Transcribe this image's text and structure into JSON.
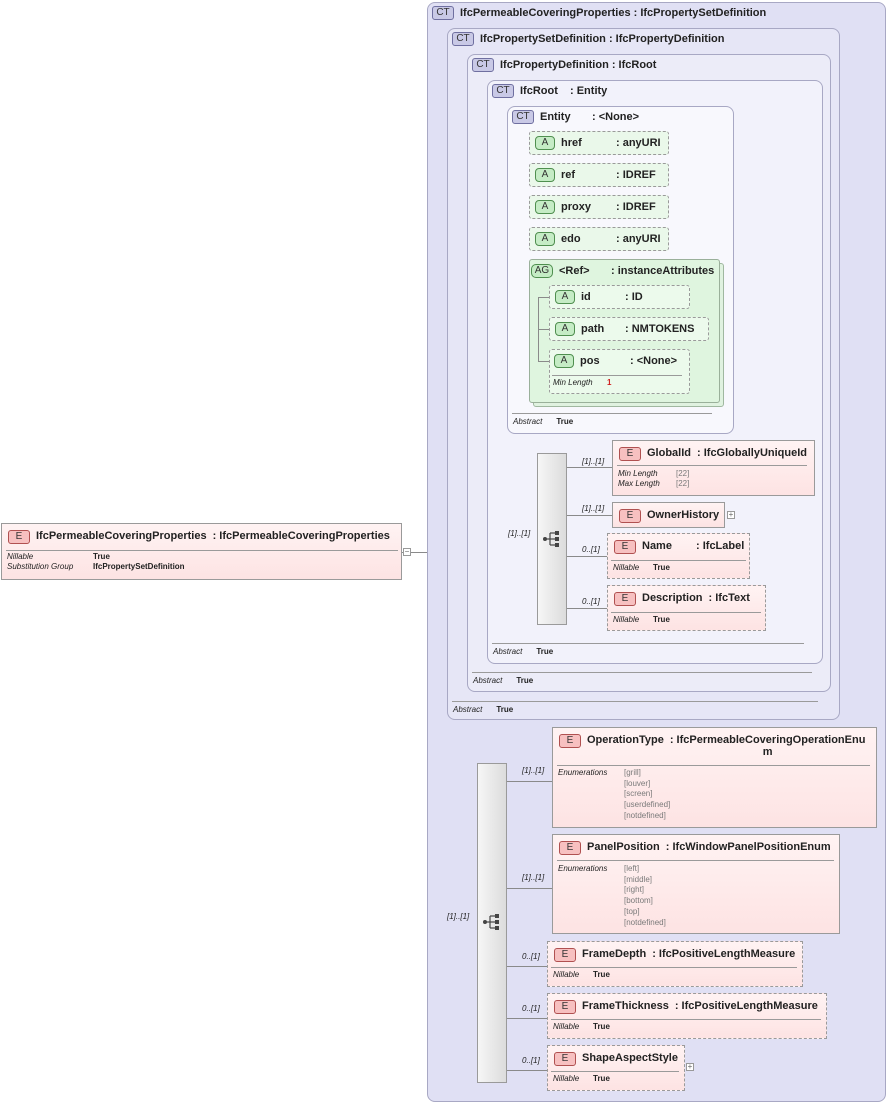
{
  "root": {
    "badge": "E",
    "name": "IfcPermeableCoveringProperties",
    "type": ": IfcPermeableCoveringProperties",
    "props": [
      {
        "k": "Nillable",
        "v": "True"
      },
      {
        "k": "Substitution Group",
        "v": "IfcPropertySetDefinition"
      }
    ]
  },
  "ct_outer": {
    "badge": "CT",
    "label": "IfcPermeableCoveringProperties : IfcPropertySetDefinition"
  },
  "ct_psd": {
    "badge": "CT",
    "label": "IfcPropertySetDefinition : IfcPropertyDefinition",
    "abstract_k": "Abstract",
    "abstract_v": "True"
  },
  "ct_pd": {
    "badge": "CT",
    "label": "IfcPropertyDefinition : IfcRoot",
    "abstract_k": "Abstract",
    "abstract_v": "True"
  },
  "ct_root": {
    "badge": "CT",
    "name": "IfcRoot",
    "type": ": Entity",
    "abstract_k": "Abstract",
    "abstract_v": "True"
  },
  "ct_entity": {
    "badge": "CT",
    "name": "Entity",
    "type": ": <None>",
    "abstract_k": "Abstract",
    "abstract_v": "True"
  },
  "entity_attrs": [
    {
      "badge": "A",
      "name": "href",
      "type": ": anyURI"
    },
    {
      "badge": "A",
      "name": "ref",
      "type": ": IDREF"
    },
    {
      "badge": "A",
      "name": "proxy",
      "type": ": IDREF"
    },
    {
      "badge": "A",
      "name": "edo",
      "type": ": anyURI"
    }
  ],
  "attr_group": {
    "badge": "AG",
    "name": "<Ref>",
    "type": ": instanceAttributes",
    "attrs": [
      {
        "badge": "A",
        "name": "id",
        "type": ": ID"
      },
      {
        "badge": "A",
        "name": "path",
        "type": ": NMTOKENS"
      },
      {
        "badge": "A",
        "name": "pos",
        "type": ": <None>",
        "prop_k": "Min Length",
        "prop_v": "1"
      }
    ]
  },
  "root_seq": {
    "card": "[1]..[1]",
    "items": [
      {
        "badge": "E",
        "name": "GlobalId",
        "type": ": IfcGloballyUniqueId",
        "card": "[1]..[1]",
        "props": [
          {
            "k": "Min Length",
            "v": "[22]"
          },
          {
            "k": "Max Length",
            "v": "[22]"
          }
        ]
      },
      {
        "badge": "E",
        "name": "OwnerHistory",
        "card": "[1]..[1]"
      },
      {
        "badge": "E",
        "name": "Name",
        "type": ": IfcLabel",
        "card": "0..[1]",
        "props": [
          {
            "k": "Nillable",
            "v": "True"
          }
        ]
      },
      {
        "badge": "E",
        "name": "Description",
        "type": ": IfcText",
        "card": "0..[1]",
        "props": [
          {
            "k": "Nillable",
            "v": "True"
          }
        ]
      }
    ]
  },
  "main_seq": {
    "card": "[1]..[1]",
    "items": [
      {
        "badge": "E",
        "name": "OperationType",
        "type": ": IfcPermeableCoveringOperationEnu",
        "type2": "m",
        "card": "[1]..[1]",
        "enum_k": "Enumerations",
        "enums": [
          "[grill]",
          "[louver]",
          "[screen]",
          "[userdefined]",
          "[notdefined]"
        ]
      },
      {
        "badge": "E",
        "name": "PanelPosition",
        "type": ": IfcWindowPanelPositionEnum",
        "card": "[1]..[1]",
        "enum_k": "Enumerations",
        "enums": [
          "[left]",
          "[middle]",
          "[right]",
          "[bottom]",
          "[top]",
          "[notdefined]"
        ]
      },
      {
        "badge": "E",
        "name": "FrameDepth",
        "type": ": IfcPositiveLengthMeasure",
        "card": "0..[1]",
        "props": [
          {
            "k": "Nillable",
            "v": "True"
          }
        ]
      },
      {
        "badge": "E",
        "name": "FrameThickness",
        "type": ": IfcPositiveLengthMeasure",
        "card": "0..[1]",
        "props": [
          {
            "k": "Nillable",
            "v": "True"
          }
        ]
      },
      {
        "badge": "E",
        "name": "ShapeAspectStyle",
        "card": "0..[1]",
        "props": [
          {
            "k": "Nillable",
            "v": "True"
          }
        ]
      }
    ]
  },
  "icons": {
    "expand": "plus-icon",
    "collapse": "minus-icon",
    "sequence": "sequence-icon"
  }
}
